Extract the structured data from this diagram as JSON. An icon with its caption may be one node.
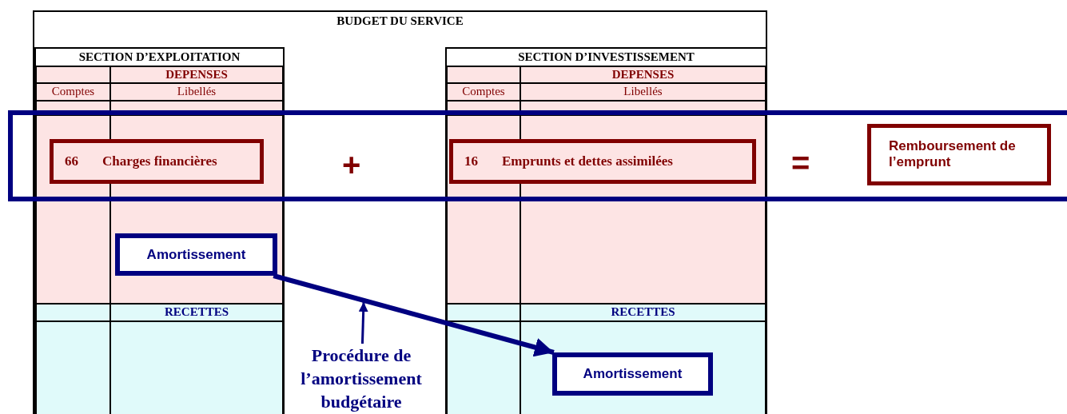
{
  "diagram": {
    "nodes": [
      {
        "text": [
          "BUDGET DU SERVICE"
        ]
      },
      {
        "text": [
          "SECTION D’EXPLOITATION"
        ],
        "in": 0
      },
      {
        "text": [
          "SECTION D’INVESTISSEMENT"
        ],
        "in": 0
      },
      {
        "text": [
          "66",
          "Charges financières"
        ],
        "in": 1
      },
      {
        "text": [
          "16",
          "Emprunts et dettes assimilées"
        ],
        "in": 2
      },
      {
        "text": [
          "Remboursement de l’emprunt"
        ]
      },
      {
        "text": [
          "Amortissement"
        ],
        "in": 1
      },
      {
        "text": [
          "Amortissement"
        ],
        "in": 2
      },
      {
        "text": [
          "Procédure de l’amortissement budgétaire"
        ],
        "in": 0
      }
    ],
    "edges": [
      {
        "from": 6,
        "to": 7,
        "arrow": "to",
        "style": "thick",
        "color": "#000080"
      },
      {
        "from": 8,
        "to": null,
        "arrow": "to"
      }
    ],
    "labels": [
      "DEPENSES",
      "DEPENSES",
      "Comptes",
      "Libellés",
      "Comptes",
      "Libellés",
      "+",
      "=",
      "RECETTES",
      "RECETTES"
    ]
  }
}
